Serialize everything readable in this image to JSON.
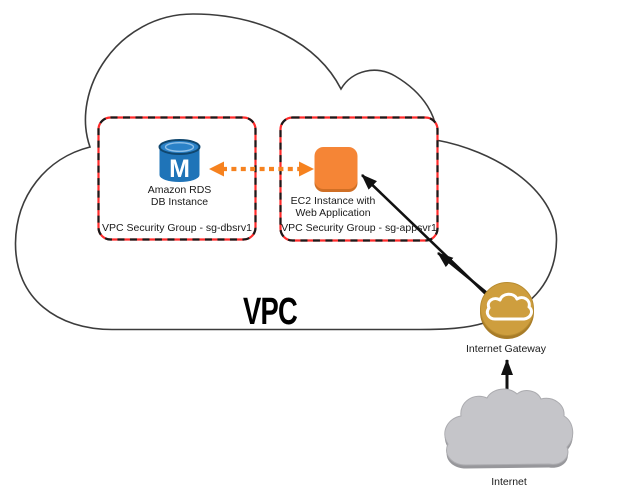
{
  "vpc": {
    "label": "VPC"
  },
  "rds": {
    "name_line1": "Amazon RDS",
    "name_line2": "DB Instance",
    "icon_letter": "M"
  },
  "ec2": {
    "name_line1": "EC2 Instance with",
    "name_line2": "Web Application"
  },
  "security_groups": [
    {
      "label": "VPC Security Group - sg-dbsrv1"
    },
    {
      "label": "VPC Security Group - sg-appsvr1"
    }
  ],
  "internet_gateway": {
    "label": "Internet Gateway"
  },
  "internet": {
    "label": "Internet"
  },
  "colors": {
    "rds_blue": "#1F74B8",
    "rds_blue_top": "#2B82C8",
    "ec2_orange": "#F58536",
    "ec2_orange_dark": "#D06F25",
    "arrow_orange": "#F6821F",
    "gateway_gold": "#CE9E3E",
    "gateway_gold_dark": "#A87C28",
    "security_group_border_red": "#FF2B2B",
    "security_group_border_black": "#1A1A1A",
    "internet_cloud_gray": "#C5C5C9",
    "internet_cloud_gray_dark": "#97979B",
    "connection_black": "#111111",
    "vpc_cloud_stroke": "#3C3C3C"
  }
}
